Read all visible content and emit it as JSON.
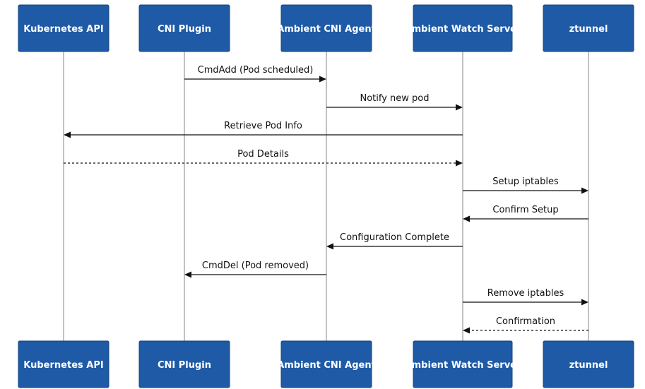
{
  "diagram": {
    "type": "sequence",
    "participants": [
      {
        "id": "k8s",
        "label": "Kubernetes API"
      },
      {
        "id": "cni",
        "label": "CNI Plugin"
      },
      {
        "id": "agent",
        "label": "Ambient CNI Agent"
      },
      {
        "id": "watch",
        "label": "Ambient Watch Server"
      },
      {
        "id": "ztunnel",
        "label": "ztunnel"
      }
    ],
    "messages": [
      {
        "from": "cni",
        "to": "agent",
        "label": "CmdAdd (Pod scheduled)",
        "style": "solid"
      },
      {
        "from": "agent",
        "to": "watch",
        "label": "Notify new pod",
        "style": "solid"
      },
      {
        "from": "watch",
        "to": "k8s",
        "label": "Retrieve Pod Info",
        "style": "solid"
      },
      {
        "from": "k8s",
        "to": "watch",
        "label": "Pod Details",
        "style": "dashed"
      },
      {
        "from": "watch",
        "to": "ztunnel",
        "label": "Setup iptables",
        "style": "solid"
      },
      {
        "from": "ztunnel",
        "to": "watch",
        "label": "Confirm Setup",
        "style": "solid"
      },
      {
        "from": "watch",
        "to": "agent",
        "label": "Configuration Complete",
        "style": "solid"
      },
      {
        "from": "agent",
        "to": "cni",
        "label": "CmdDel (Pod removed)",
        "style": "solid"
      },
      {
        "from": "watch",
        "to": "ztunnel",
        "label": "Remove iptables",
        "style": "solid"
      },
      {
        "from": "ztunnel",
        "to": "watch",
        "label": "Confirmation",
        "style": "dashed"
      }
    ],
    "colors": {
      "actor_fill": "#1f5aa6",
      "actor_text": "#ffffff",
      "lifeline": "#9a9a9a",
      "message": "#111111"
    }
  }
}
